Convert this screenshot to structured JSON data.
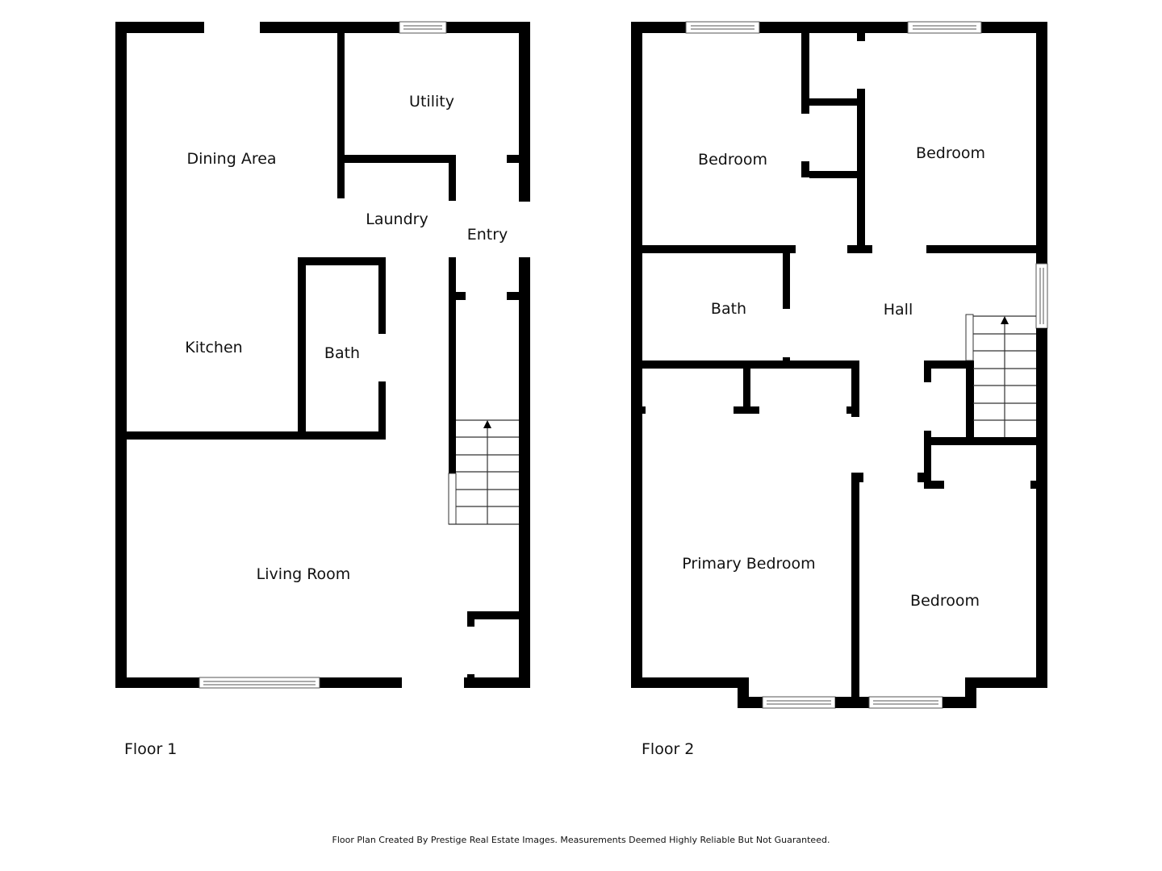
{
  "floors": [
    {
      "name": "Floor 1",
      "rooms": [
        {
          "label": "Dining Area"
        },
        {
          "label": "Utility"
        },
        {
          "label": "Laundry"
        },
        {
          "label": "Entry"
        },
        {
          "label": "Kitchen"
        },
        {
          "label": "Bath"
        },
        {
          "label": "Living Room"
        }
      ]
    },
    {
      "name": "Floor 2",
      "rooms": [
        {
          "label": "Bedroom"
        },
        {
          "label": "Bedroom"
        },
        {
          "label": "Bath"
        },
        {
          "label": "Hall"
        },
        {
          "label": "Primary Bedroom"
        },
        {
          "label": "Bedroom"
        }
      ]
    }
  ],
  "footer": {
    "disclaimer": "Floor Plan Created By Prestige Real Estate Images. Measurements Deemed Highly Reliable But Not Guaranteed."
  },
  "colors": {
    "wall": "#000000",
    "background": "#ffffff",
    "text": "#111111"
  }
}
